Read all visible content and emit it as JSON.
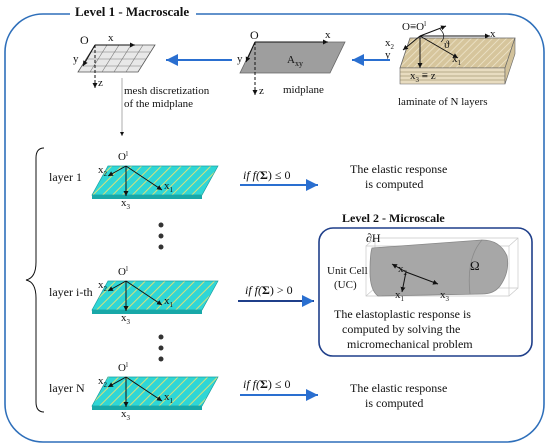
{
  "level1": {
    "title": "Level 1 - Macroscale"
  },
  "level2": {
    "title": "Level 2 - Microscale"
  },
  "mesh": {
    "origin": "O",
    "x": "x",
    "y": "y",
    "z": "z",
    "caption_line1": "mesh discretization",
    "caption_line2": "of the midplane"
  },
  "midplane": {
    "origin": "O",
    "x": "x",
    "y": "y",
    "z": "z",
    "area": "A",
    "area_sub": "xy",
    "caption": "midplane"
  },
  "laminate": {
    "origin": "O≡O",
    "origin_sup": "l",
    "x": "x",
    "x1": "x",
    "x1_sub": "1",
    "x2": "x",
    "x2_sub": "2",
    "x3z": "x",
    "x3z_sub": "3",
    "x3z_tail": " ≡ z",
    "y": "y",
    "angle": "ϑ",
    "caption": "laminate of N layers"
  },
  "layers": [
    {
      "name": "layer 1",
      "origin": "O",
      "sup": "l",
      "x1": "x",
      "x2": "x",
      "x3": "x",
      "s1": "1",
      "s2": "2",
      "s3": "3",
      "condition_if": "if",
      "condition_f": " f(",
      "condition_sigma": "Σ",
      "condition_rel": ") ≤ 0",
      "response_line1": "The elastic response",
      "response_line2": "is computed"
    },
    {
      "name": "layer i-th",
      "origin": "O",
      "sup": "l",
      "x1": "x",
      "x2": "x",
      "x3": "x",
      "s1": "1",
      "s2": "2",
      "s3": "3",
      "condition_if": "if",
      "condition_f": " f(",
      "condition_sigma": "Σ",
      "condition_rel": ") > 0"
    },
    {
      "name": "layer N",
      "origin": "O",
      "sup": "l",
      "x1": "x",
      "x2": "x",
      "x3": "x",
      "s1": "1",
      "s2": "2",
      "s3": "3",
      "condition_if": "if",
      "condition_f": " f(",
      "condition_sigma": "Σ",
      "condition_rel": ") ≤ 0",
      "response_line1": "The elastic response",
      "response_line2": "is computed"
    }
  ],
  "unit_cell": {
    "boundary": "∂H",
    "domain": "Ω",
    "label_line1": "Unit Cell",
    "label_line2": "(UC)",
    "x1": "x",
    "x1_sub": "1",
    "x2": "x",
    "x2_sub": "2",
    "x3": "x",
    "x3_sub": "3"
  },
  "micro_response": {
    "line1": "The elastoplastic response is",
    "line2": "computed by solving the",
    "line3": "micromechanical problem"
  },
  "colors": {
    "frame": "#2e6fba",
    "arrow": "#2a6fd0",
    "layer": "#2fd6d6",
    "layer_stripe": "#d8e07a",
    "plane": "#9e9e9e",
    "laminate": "#d9c8a0"
  }
}
